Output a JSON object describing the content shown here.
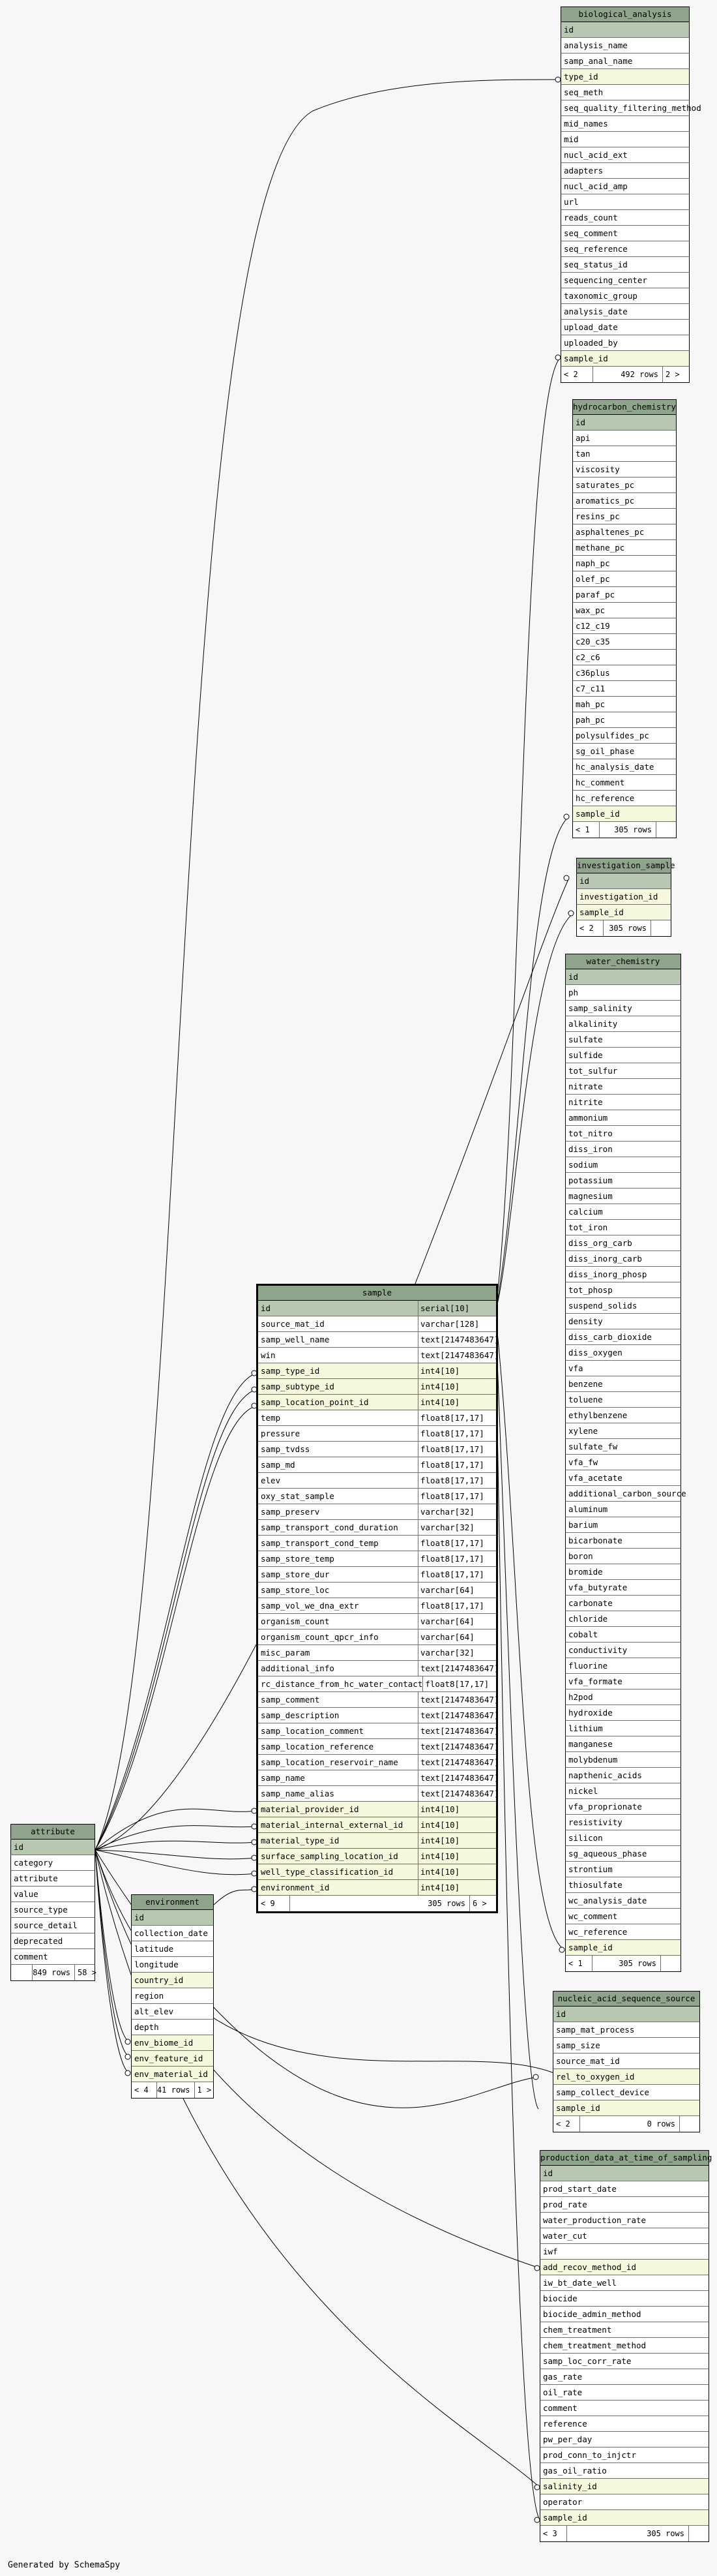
{
  "footer": {
    "generated_by": "Generated by SchemaSpy"
  },
  "tables": {
    "biological_analysis": {
      "title": "biological_analysis",
      "columns": [
        {
          "name": "id",
          "kind": "pk"
        },
        {
          "name": "analysis_name"
        },
        {
          "name": "samp_anal_name"
        },
        {
          "name": "type_id",
          "kind": "fk"
        },
        {
          "name": "seq_meth"
        },
        {
          "name": "seq_quality_filtering_method"
        },
        {
          "name": "mid_names"
        },
        {
          "name": "mid"
        },
        {
          "name": "nucl_acid_ext"
        },
        {
          "name": "adapters"
        },
        {
          "name": "nucl_acid_amp"
        },
        {
          "name": "url"
        },
        {
          "name": "reads_count"
        },
        {
          "name": "seq_comment"
        },
        {
          "name": "seq_reference"
        },
        {
          "name": "seq_status_id"
        },
        {
          "name": "sequencing_center"
        },
        {
          "name": "taxonomic_group"
        },
        {
          "name": "analysis_date"
        },
        {
          "name": "upload_date"
        },
        {
          "name": "uploaded_by"
        },
        {
          "name": "sample_id",
          "kind": "fk"
        }
      ],
      "footer": {
        "parents": "< 2",
        "rows": "492 rows",
        "children": "2 >"
      }
    },
    "hydrocarbon_chemistry": {
      "title": "hydrocarbon_chemistry",
      "columns": [
        {
          "name": "id",
          "kind": "pk"
        },
        {
          "name": "api"
        },
        {
          "name": "tan"
        },
        {
          "name": "viscosity"
        },
        {
          "name": "saturates_pc"
        },
        {
          "name": "aromatics_pc"
        },
        {
          "name": "resins_pc"
        },
        {
          "name": "asphaltenes_pc"
        },
        {
          "name": "methane_pc"
        },
        {
          "name": "naph_pc"
        },
        {
          "name": "olef_pc"
        },
        {
          "name": "paraf_pc"
        },
        {
          "name": "wax_pc"
        },
        {
          "name": "c12_c19"
        },
        {
          "name": "c20_c35"
        },
        {
          "name": "c2_c6"
        },
        {
          "name": "c36plus"
        },
        {
          "name": "c7_c11"
        },
        {
          "name": "mah_pc"
        },
        {
          "name": "pah_pc"
        },
        {
          "name": "polysulfides_pc"
        },
        {
          "name": "sg_oil_phase"
        },
        {
          "name": "hc_analysis_date"
        },
        {
          "name": "hc_comment"
        },
        {
          "name": "hc_reference"
        },
        {
          "name": "sample_id",
          "kind": "fk"
        }
      ],
      "footer": {
        "parents": "< 1",
        "rows": "305 rows",
        "children": ""
      }
    },
    "investigation_sample": {
      "title": "investigation_sample",
      "columns": [
        {
          "name": "id",
          "kind": "pk"
        },
        {
          "name": "investigation_id",
          "kind": "fk"
        },
        {
          "name": "sample_id",
          "kind": "fk"
        }
      ],
      "footer": {
        "parents": "< 2",
        "rows": "305 rows",
        "children": ""
      }
    },
    "water_chemistry": {
      "title": "water_chemistry",
      "columns": [
        {
          "name": "id",
          "kind": "pk"
        },
        {
          "name": "ph"
        },
        {
          "name": "samp_salinity"
        },
        {
          "name": "alkalinity"
        },
        {
          "name": "sulfate"
        },
        {
          "name": "sulfide"
        },
        {
          "name": "tot_sulfur"
        },
        {
          "name": "nitrate"
        },
        {
          "name": "nitrite"
        },
        {
          "name": "ammonium"
        },
        {
          "name": "tot_nitro"
        },
        {
          "name": "diss_iron"
        },
        {
          "name": "sodium"
        },
        {
          "name": "potassium"
        },
        {
          "name": "magnesium"
        },
        {
          "name": "calcium"
        },
        {
          "name": "tot_iron"
        },
        {
          "name": "diss_org_carb"
        },
        {
          "name": "diss_inorg_carb"
        },
        {
          "name": "diss_inorg_phosp"
        },
        {
          "name": "tot_phosp"
        },
        {
          "name": "suspend_solids"
        },
        {
          "name": "density"
        },
        {
          "name": "diss_carb_dioxide"
        },
        {
          "name": "diss_oxygen"
        },
        {
          "name": "vfa"
        },
        {
          "name": "benzene"
        },
        {
          "name": "toluene"
        },
        {
          "name": "ethylbenzene"
        },
        {
          "name": "xylene"
        },
        {
          "name": "sulfate_fw"
        },
        {
          "name": "vfa_fw"
        },
        {
          "name": "vfa_acetate"
        },
        {
          "name": "additional_carbon_source"
        },
        {
          "name": "aluminum"
        },
        {
          "name": "barium"
        },
        {
          "name": "bicarbonate"
        },
        {
          "name": "boron"
        },
        {
          "name": "bromide"
        },
        {
          "name": "vfa_butyrate"
        },
        {
          "name": "carbonate"
        },
        {
          "name": "chloride"
        },
        {
          "name": "cobalt"
        },
        {
          "name": "conductivity"
        },
        {
          "name": "fluorine"
        },
        {
          "name": "vfa_formate"
        },
        {
          "name": "h2pod"
        },
        {
          "name": "hydroxide"
        },
        {
          "name": "lithium"
        },
        {
          "name": "manganese"
        },
        {
          "name": "molybdenum"
        },
        {
          "name": "napthenic_acids"
        },
        {
          "name": "nickel"
        },
        {
          "name": "vfa_proprionate"
        },
        {
          "name": "resistivity"
        },
        {
          "name": "silicon"
        },
        {
          "name": "sg_aqueous_phase"
        },
        {
          "name": "strontium"
        },
        {
          "name": "thiosulfate"
        },
        {
          "name": "wc_analysis_date"
        },
        {
          "name": "wc_comment"
        },
        {
          "name": "wc_reference"
        },
        {
          "name": "sample_id",
          "kind": "fk"
        }
      ],
      "footer": {
        "parents": "< 1",
        "rows": "305 rows",
        "children": ""
      }
    },
    "sample": {
      "title": "sample",
      "columns": [
        {
          "name": "id",
          "type": "serial[10]",
          "kind": "pk"
        },
        {
          "name": "source_mat_id",
          "type": "varchar[128]"
        },
        {
          "name": "samp_well_name",
          "type": "text[2147483647]"
        },
        {
          "name": "win",
          "type": "text[2147483647]"
        },
        {
          "name": "samp_type_id",
          "type": "int4[10]",
          "kind": "fk"
        },
        {
          "name": "samp_subtype_id",
          "type": "int4[10]",
          "kind": "fk"
        },
        {
          "name": "samp_location_point_id",
          "type": "int4[10]",
          "kind": "fk"
        },
        {
          "name": "temp",
          "type": "float8[17,17]"
        },
        {
          "name": "pressure",
          "type": "float8[17,17]"
        },
        {
          "name": "samp_tvdss",
          "type": "float8[17,17]"
        },
        {
          "name": "samp_md",
          "type": "float8[17,17]"
        },
        {
          "name": "elev",
          "type": "float8[17,17]"
        },
        {
          "name": "oxy_stat_sample",
          "type": "float8[17,17]"
        },
        {
          "name": "samp_preserv",
          "type": "varchar[32]"
        },
        {
          "name": "samp_transport_cond_duration",
          "type": "varchar[32]"
        },
        {
          "name": "samp_transport_cond_temp",
          "type": "float8[17,17]"
        },
        {
          "name": "samp_store_temp",
          "type": "float8[17,17]"
        },
        {
          "name": "samp_store_dur",
          "type": "float8[17,17]"
        },
        {
          "name": "samp_store_loc",
          "type": "varchar[64]"
        },
        {
          "name": "samp_vol_we_dna_extr",
          "type": "float8[17,17]"
        },
        {
          "name": "organism_count",
          "type": "varchar[64]"
        },
        {
          "name": "organism_count_qpcr_info",
          "type": "varchar[64]"
        },
        {
          "name": "misc_param",
          "type": "varchar[32]"
        },
        {
          "name": "additional_info",
          "type": "text[2147483647]"
        },
        {
          "name": "rc_distance_from_hc_water_contact",
          "type": "float8[17,17]"
        },
        {
          "name": "samp_comment",
          "type": "text[2147483647]"
        },
        {
          "name": "samp_description",
          "type": "text[2147483647]"
        },
        {
          "name": "samp_location_comment",
          "type": "text[2147483647]"
        },
        {
          "name": "samp_location_reference",
          "type": "text[2147483647]"
        },
        {
          "name": "samp_location_reservoir_name",
          "type": "text[2147483647]"
        },
        {
          "name": "samp_name",
          "type": "text[2147483647]"
        },
        {
          "name": "samp_name_alias",
          "type": "text[2147483647]"
        },
        {
          "name": "material_provider_id",
          "type": "int4[10]",
          "kind": "fk"
        },
        {
          "name": "material_internal_external_id",
          "type": "int4[10]",
          "kind": "fk"
        },
        {
          "name": "material_type_id",
          "type": "int4[10]",
          "kind": "fk"
        },
        {
          "name": "surface_sampling_location_id",
          "type": "int4[10]",
          "kind": "fk"
        },
        {
          "name": "well_type_classification_id",
          "type": "int4[10]",
          "kind": "fk"
        },
        {
          "name": "environment_id",
          "type": "int4[10]",
          "kind": "fk"
        }
      ],
      "footer": {
        "parents": "< 9",
        "rows": "305 rows",
        "children": "6 >"
      }
    },
    "attribute": {
      "title": "attribute",
      "columns": [
        {
          "name": "id",
          "kind": "pk"
        },
        {
          "name": "category"
        },
        {
          "name": "attribute"
        },
        {
          "name": "value"
        },
        {
          "name": "source_type"
        },
        {
          "name": "source_detail"
        },
        {
          "name": "deprecated"
        },
        {
          "name": "comment"
        }
      ],
      "footer": {
        "parents": "",
        "rows": "849 rows",
        "children": "58 >"
      }
    },
    "environment": {
      "title": "environment",
      "columns": [
        {
          "name": "id",
          "kind": "pk"
        },
        {
          "name": "collection_date"
        },
        {
          "name": "latitude"
        },
        {
          "name": "longitude"
        },
        {
          "name": "country_id",
          "kind": "fk"
        },
        {
          "name": "region"
        },
        {
          "name": "alt_elev"
        },
        {
          "name": "depth"
        },
        {
          "name": "env_biome_id",
          "kind": "fk"
        },
        {
          "name": "env_feature_id",
          "kind": "fk"
        },
        {
          "name": "env_material_id",
          "kind": "fk"
        }
      ],
      "footer": {
        "parents": "< 4",
        "rows": "41 rows",
        "children": "1 >"
      }
    },
    "nucleic_acid_sequence_source": {
      "title": "nucleic_acid_sequence_source",
      "columns": [
        {
          "name": "id",
          "kind": "pk"
        },
        {
          "name": "samp_mat_process"
        },
        {
          "name": "samp_size"
        },
        {
          "name": "source_mat_id"
        },
        {
          "name": "rel_to_oxygen_id",
          "kind": "fk"
        },
        {
          "name": "samp_collect_device"
        },
        {
          "name": "sample_id",
          "kind": "fk"
        }
      ],
      "footer": {
        "parents": "< 2",
        "rows": "0 rows",
        "children": ""
      }
    },
    "production_data_at_time_of_sampling": {
      "title": "production_data_at_time_of_sampling",
      "columns": [
        {
          "name": "id",
          "kind": "pk"
        },
        {
          "name": "prod_start_date"
        },
        {
          "name": "prod_rate"
        },
        {
          "name": "water_production_rate"
        },
        {
          "name": "water_cut"
        },
        {
          "name": "iwf"
        },
        {
          "name": "add_recov_method_id",
          "kind": "fk"
        },
        {
          "name": "iw_bt_date_well"
        },
        {
          "name": "biocide"
        },
        {
          "name": "biocide_admin_method"
        },
        {
          "name": "chem_treatment"
        },
        {
          "name": "chem_treatment_method"
        },
        {
          "name": "samp_loc_corr_rate"
        },
        {
          "name": "gas_rate"
        },
        {
          "name": "oil_rate"
        },
        {
          "name": "comment"
        },
        {
          "name": "reference"
        },
        {
          "name": "pw_per_day"
        },
        {
          "name": "prod_conn_to_injctr"
        },
        {
          "name": "gas_oil_ratio"
        },
        {
          "name": "salinity_id",
          "kind": "fk"
        },
        {
          "name": "operator"
        },
        {
          "name": "sample_id",
          "kind": "fk"
        }
      ],
      "footer": {
        "parents": "< 3",
        "rows": "305 rows",
        "children": ""
      }
    }
  }
}
